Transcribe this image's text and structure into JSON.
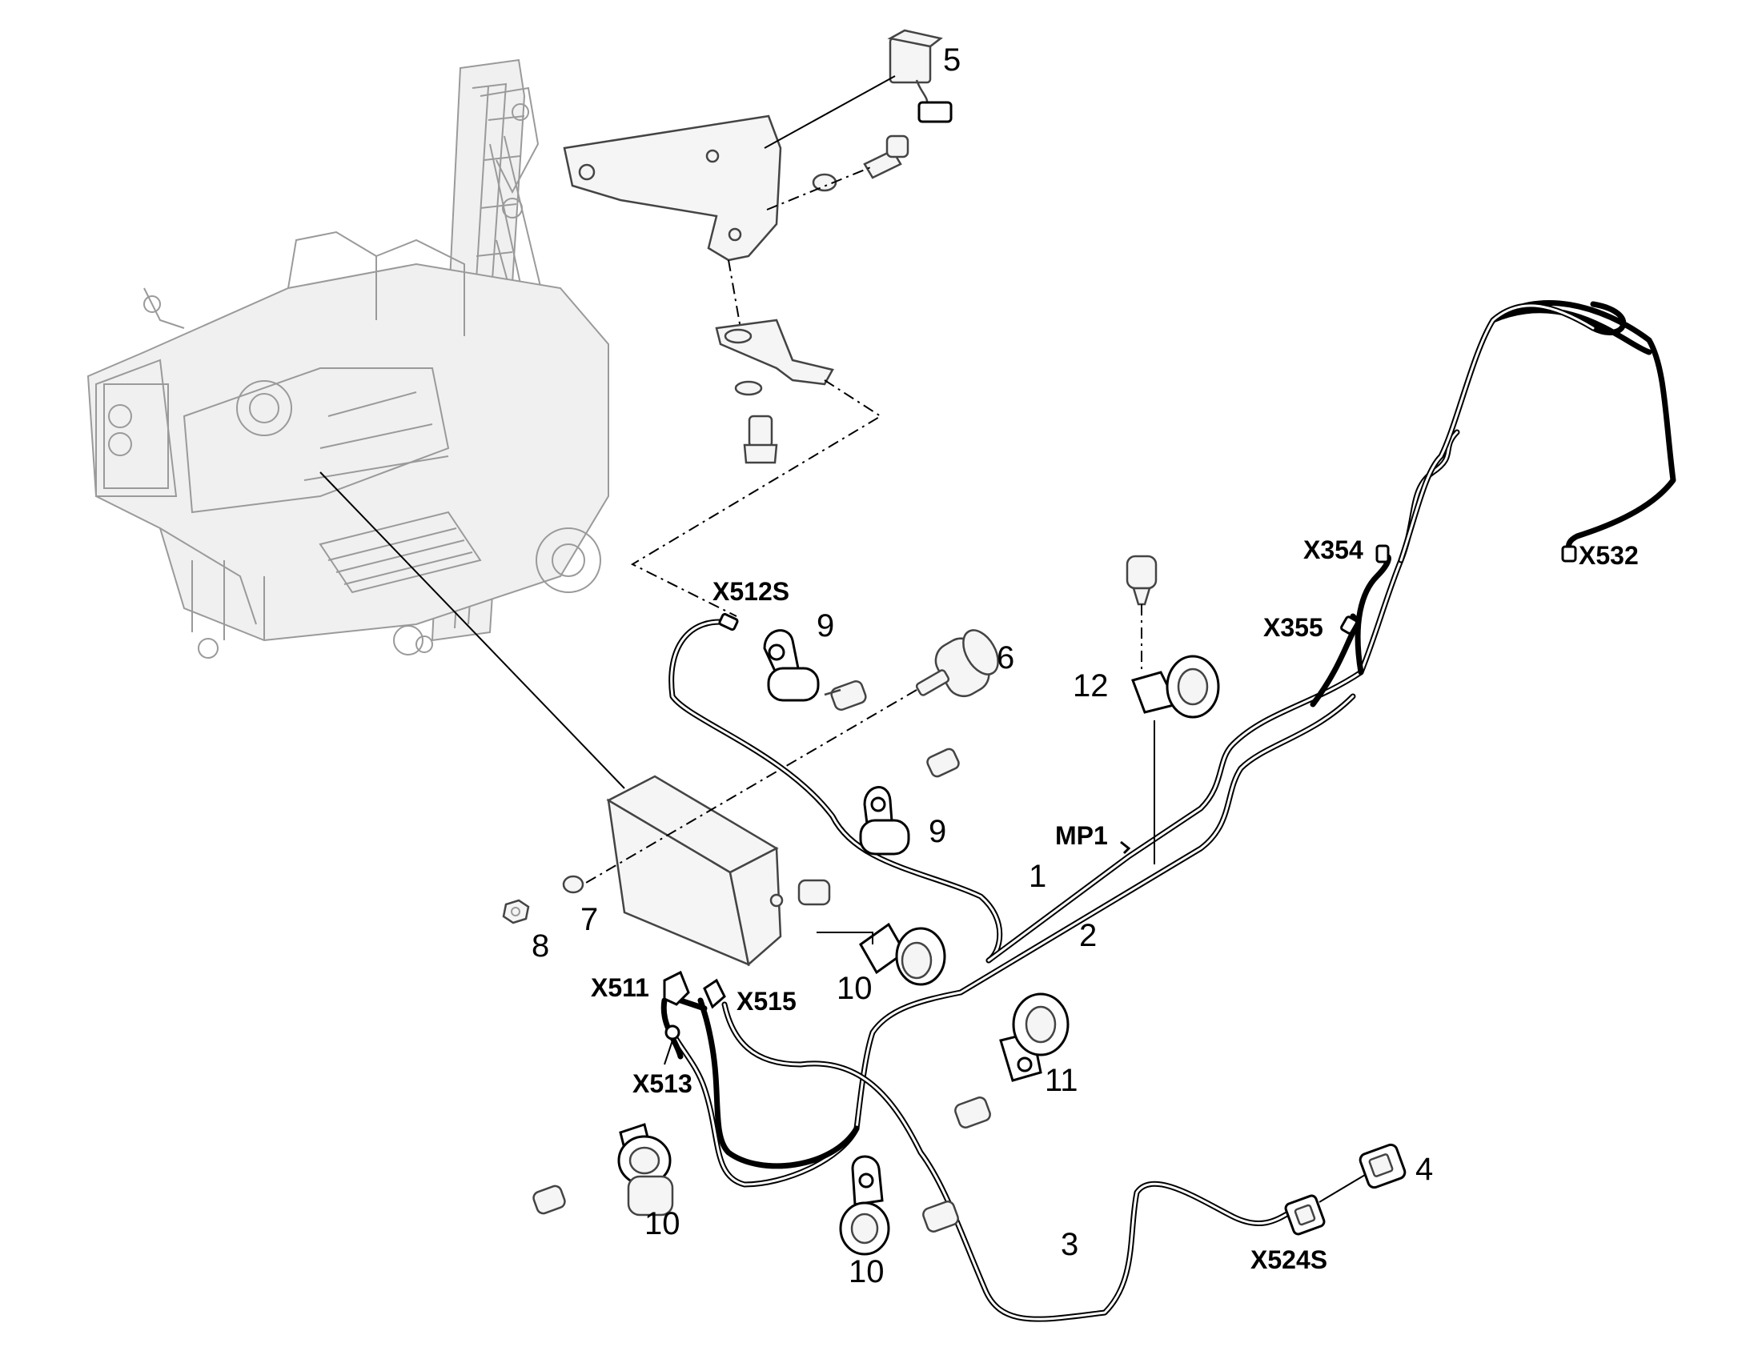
{
  "part_labels": [
    "1",
    "2",
    "3",
    "4",
    "5",
    "6",
    "7",
    "8",
    "9",
    "9",
    "10",
    "10",
    "10",
    "11",
    "12"
  ],
  "connector_labels": [
    "X512S",
    "X354",
    "X355",
    "X532",
    "MP1",
    "X511",
    "X515",
    "X513",
    "X524S"
  ]
}
